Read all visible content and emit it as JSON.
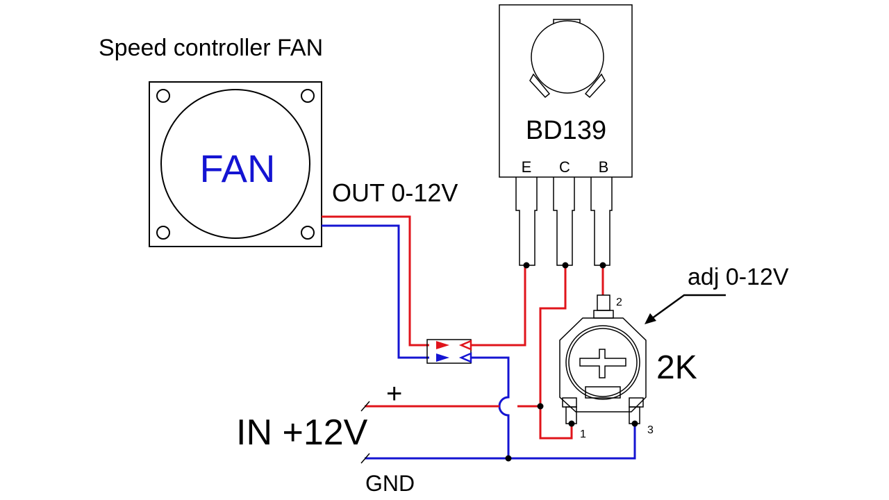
{
  "title": "Speed controller FAN",
  "fan": {
    "label": "FAN"
  },
  "output_label": "OUT 0-12V",
  "transistor": {
    "name": "BD139",
    "pins": [
      "E",
      "C",
      "B"
    ]
  },
  "potentiometer": {
    "value": "2K",
    "adjust_label": "adj 0-12V",
    "pins": [
      "1",
      "2",
      "3"
    ]
  },
  "input": {
    "label": "IN +12V",
    "plus": "+",
    "ground": "GND"
  },
  "colors": {
    "positive": "#e0141b",
    "negative": "#1414d2",
    "fan_label": "#1414d2"
  }
}
